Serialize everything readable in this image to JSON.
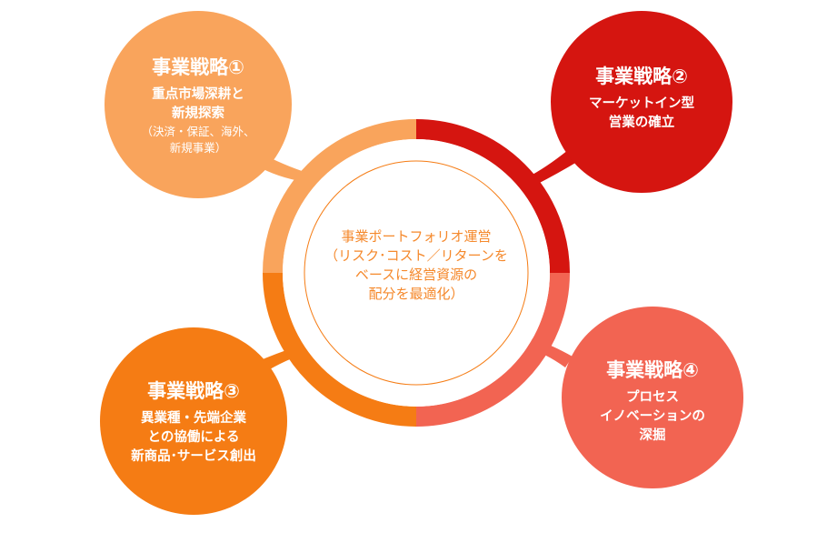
{
  "center": {
    "lines": [
      "事業ポートフォリオ運営",
      "（リスク･コスト／リターンを",
      "ベースに経営資源の",
      "配分を最適化）"
    ]
  },
  "strategies": [
    {
      "title": "事業戦略①",
      "lines": [
        "重点市場深耕と",
        "新規探索"
      ],
      "sub": [
        "（決済・保証、海外、",
        "新規事業）"
      ],
      "color": "#F9A45C"
    },
    {
      "title": "事業戦略②",
      "lines": [
        "マーケットイン型",
        "営業の確立"
      ],
      "color": "#D51510"
    },
    {
      "title": "事業戦略③",
      "lines": [
        "異業種・先端企業",
        "との協働による",
        "新商品･サービス創出"
      ],
      "color": "#F57C14"
    },
    {
      "title": "事業戦略④",
      "lines": [
        "プロセス",
        "イノベーションの",
        "深掘"
      ],
      "color": "#F26452"
    }
  ]
}
